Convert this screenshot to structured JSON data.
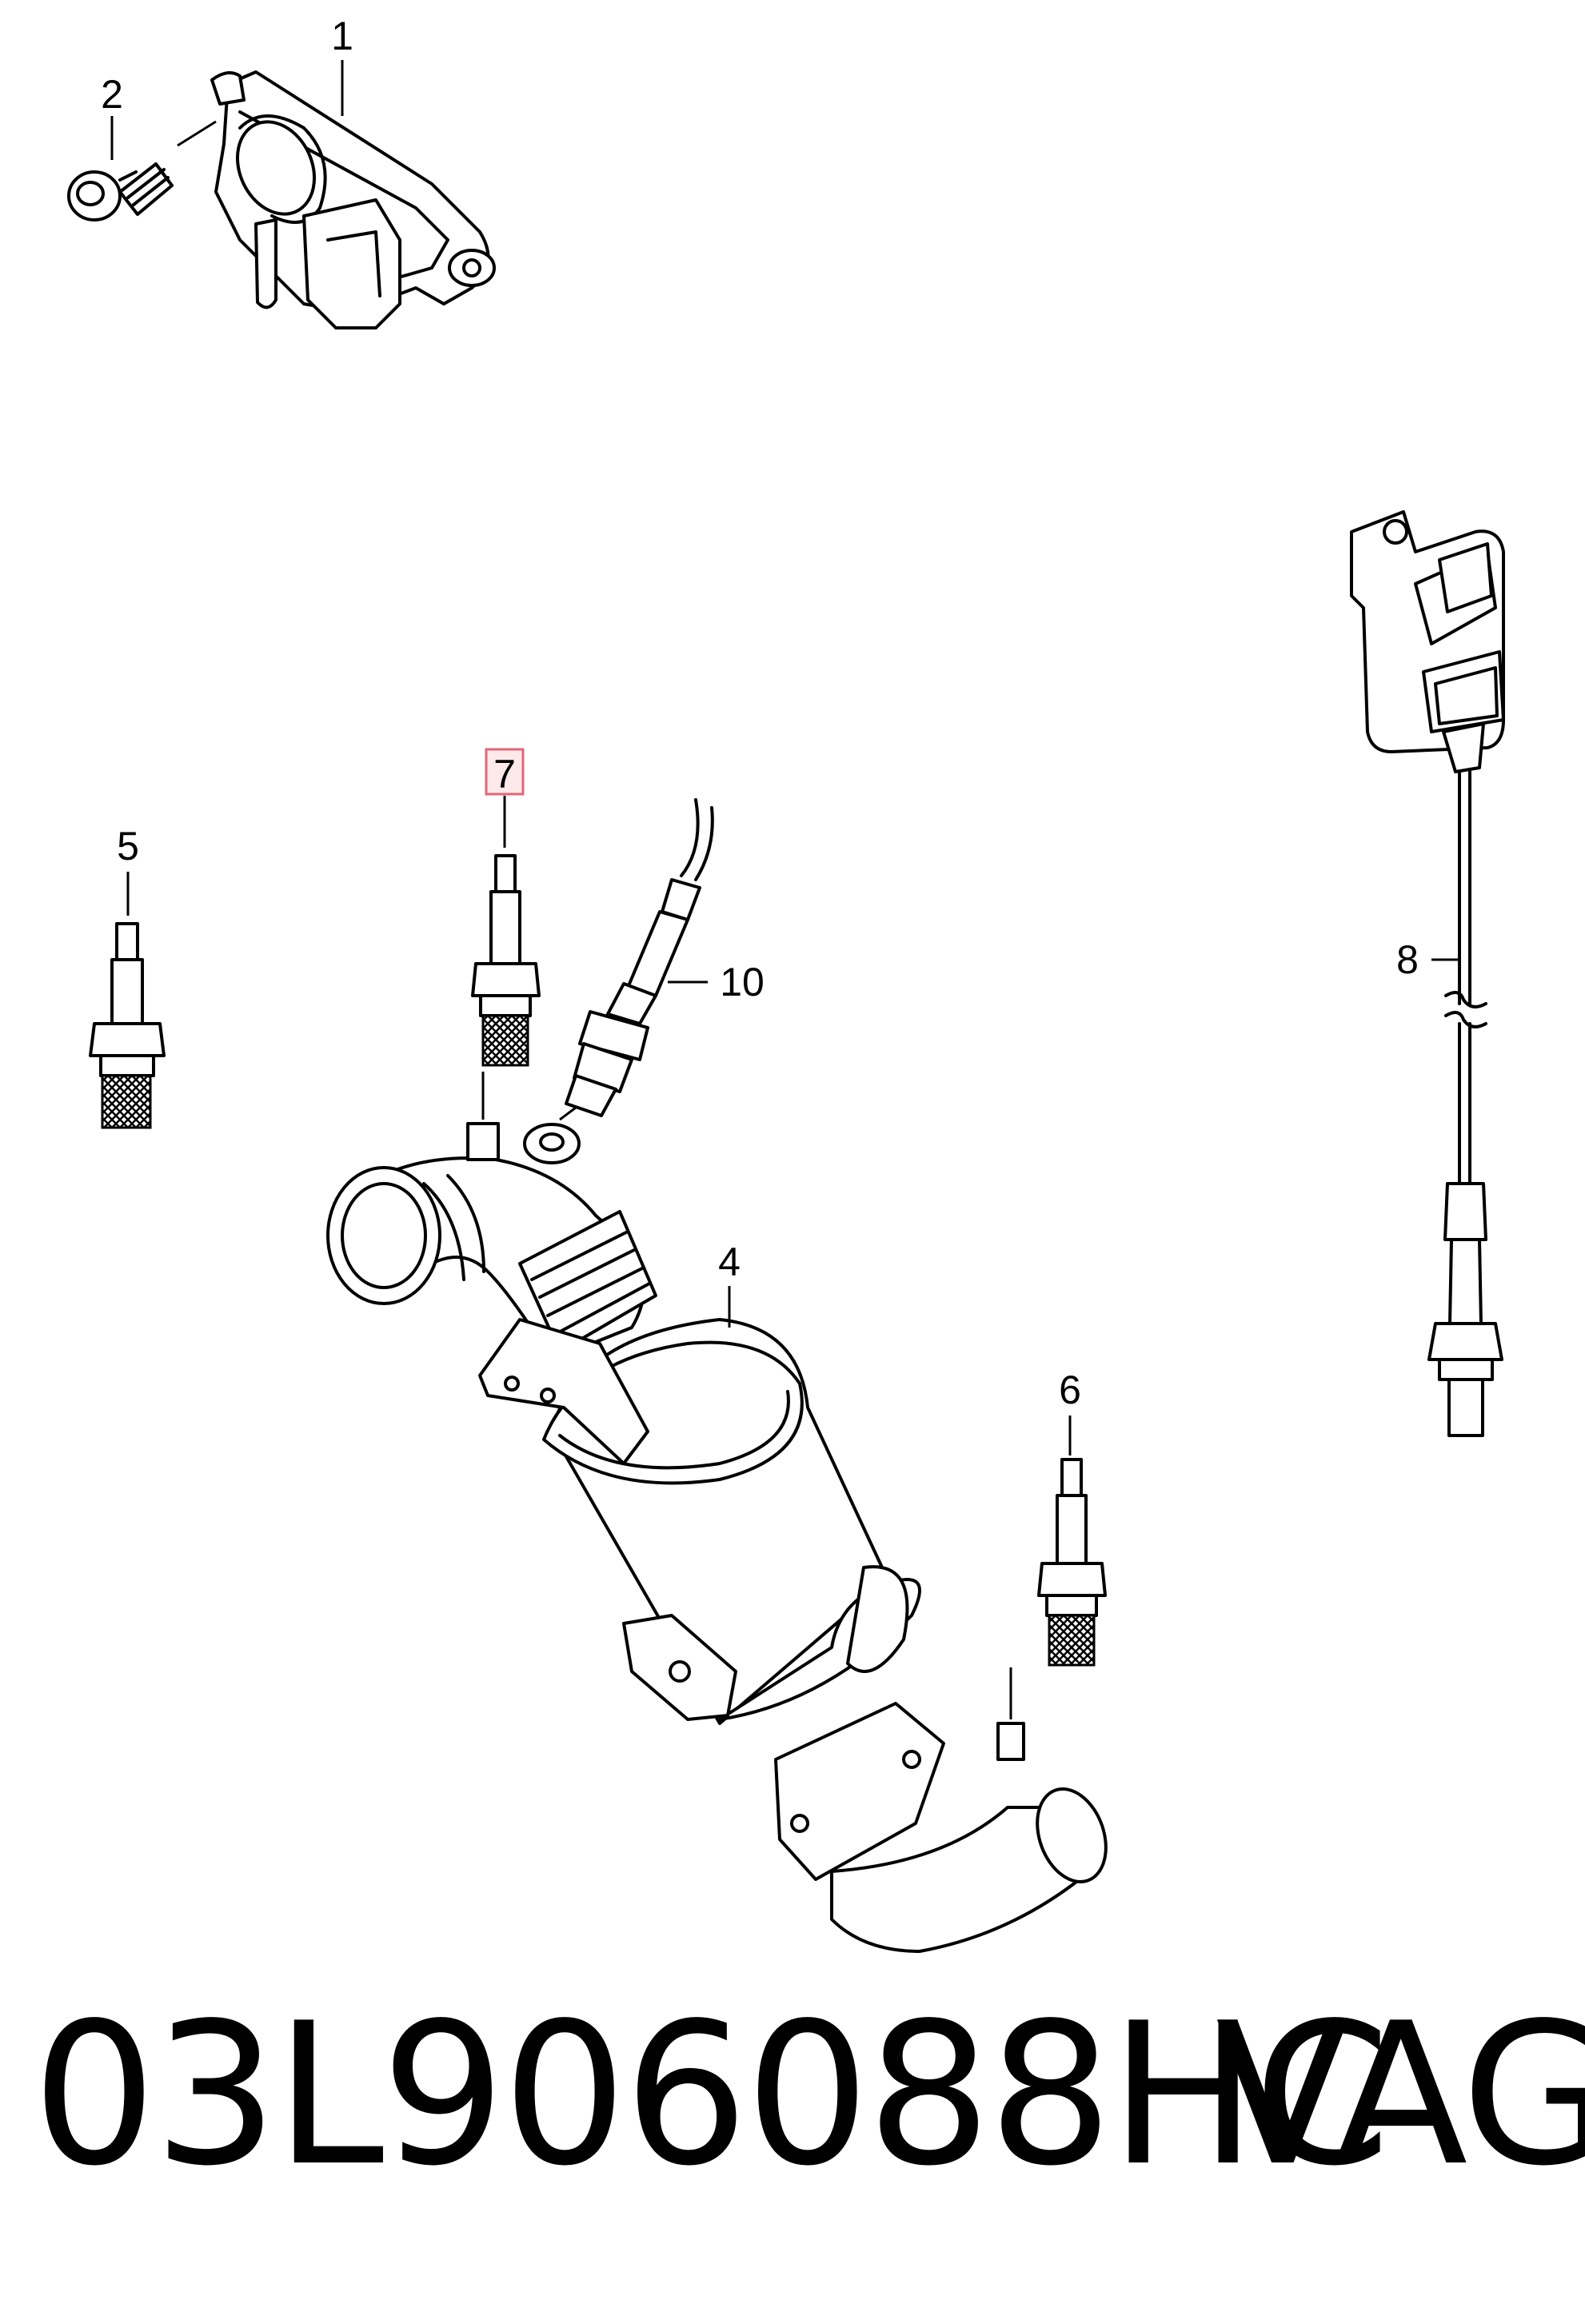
{
  "diagram": {
    "callouts": [
      {
        "id": "1",
        "label": "1"
      },
      {
        "id": "2",
        "label": "2"
      },
      {
        "id": "4",
        "label": "4"
      },
      {
        "id": "5",
        "label": "5"
      },
      {
        "id": "6",
        "label": "6"
      },
      {
        "id": "7",
        "label": "7",
        "highlighted": true
      },
      {
        "id": "8",
        "label": "8"
      },
      {
        "id": "10",
        "label": "10"
      }
    ],
    "highlight_color": "#e0677a"
  },
  "footer": {
    "part_number": "03L906088HC",
    "brand": "VAG"
  }
}
